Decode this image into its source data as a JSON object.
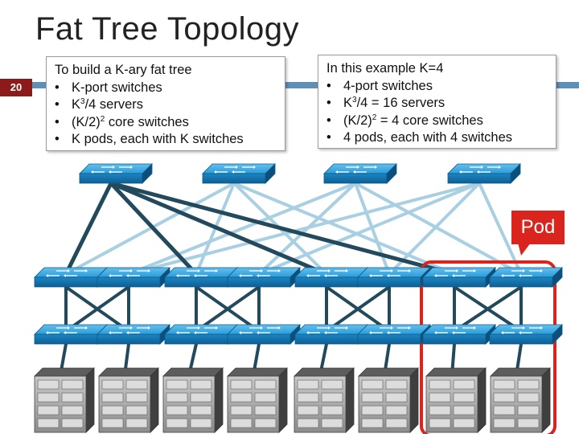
{
  "slide": {
    "title": "Fat Tree Topology",
    "number": "20"
  },
  "left_box": {
    "heading": "To build a K-ary fat tree",
    "items": [
      {
        "pre": "K-port switches",
        "sup": "",
        "post": ""
      },
      {
        "pre": "K",
        "sup": "3",
        "post": "/4 servers"
      },
      {
        "pre": "(K/2)",
        "sup": "2",
        "post": " core switches"
      },
      {
        "pre": "K pods, each with K switches",
        "sup": "",
        "post": ""
      }
    ]
  },
  "right_box": {
    "heading": "In this example K=4",
    "items": [
      {
        "pre": "4-port switches",
        "sup": "",
        "post": ""
      },
      {
        "pre": "K",
        "sup": "3",
        "post": "/4 = 16 servers"
      },
      {
        "pre": "(K/2)",
        "sup": "2",
        "post": " = 4 core switches"
      },
      {
        "pre": "4 pods, each with  4  switches",
        "sup": "",
        "post": ""
      }
    ]
  },
  "pod_label": "Pod",
  "colors": {
    "switch": "#1a8fd1",
    "link_light": "#a9cfe3",
    "link_dark": "#224a5c",
    "pod_highlight": "#d9251d"
  }
}
